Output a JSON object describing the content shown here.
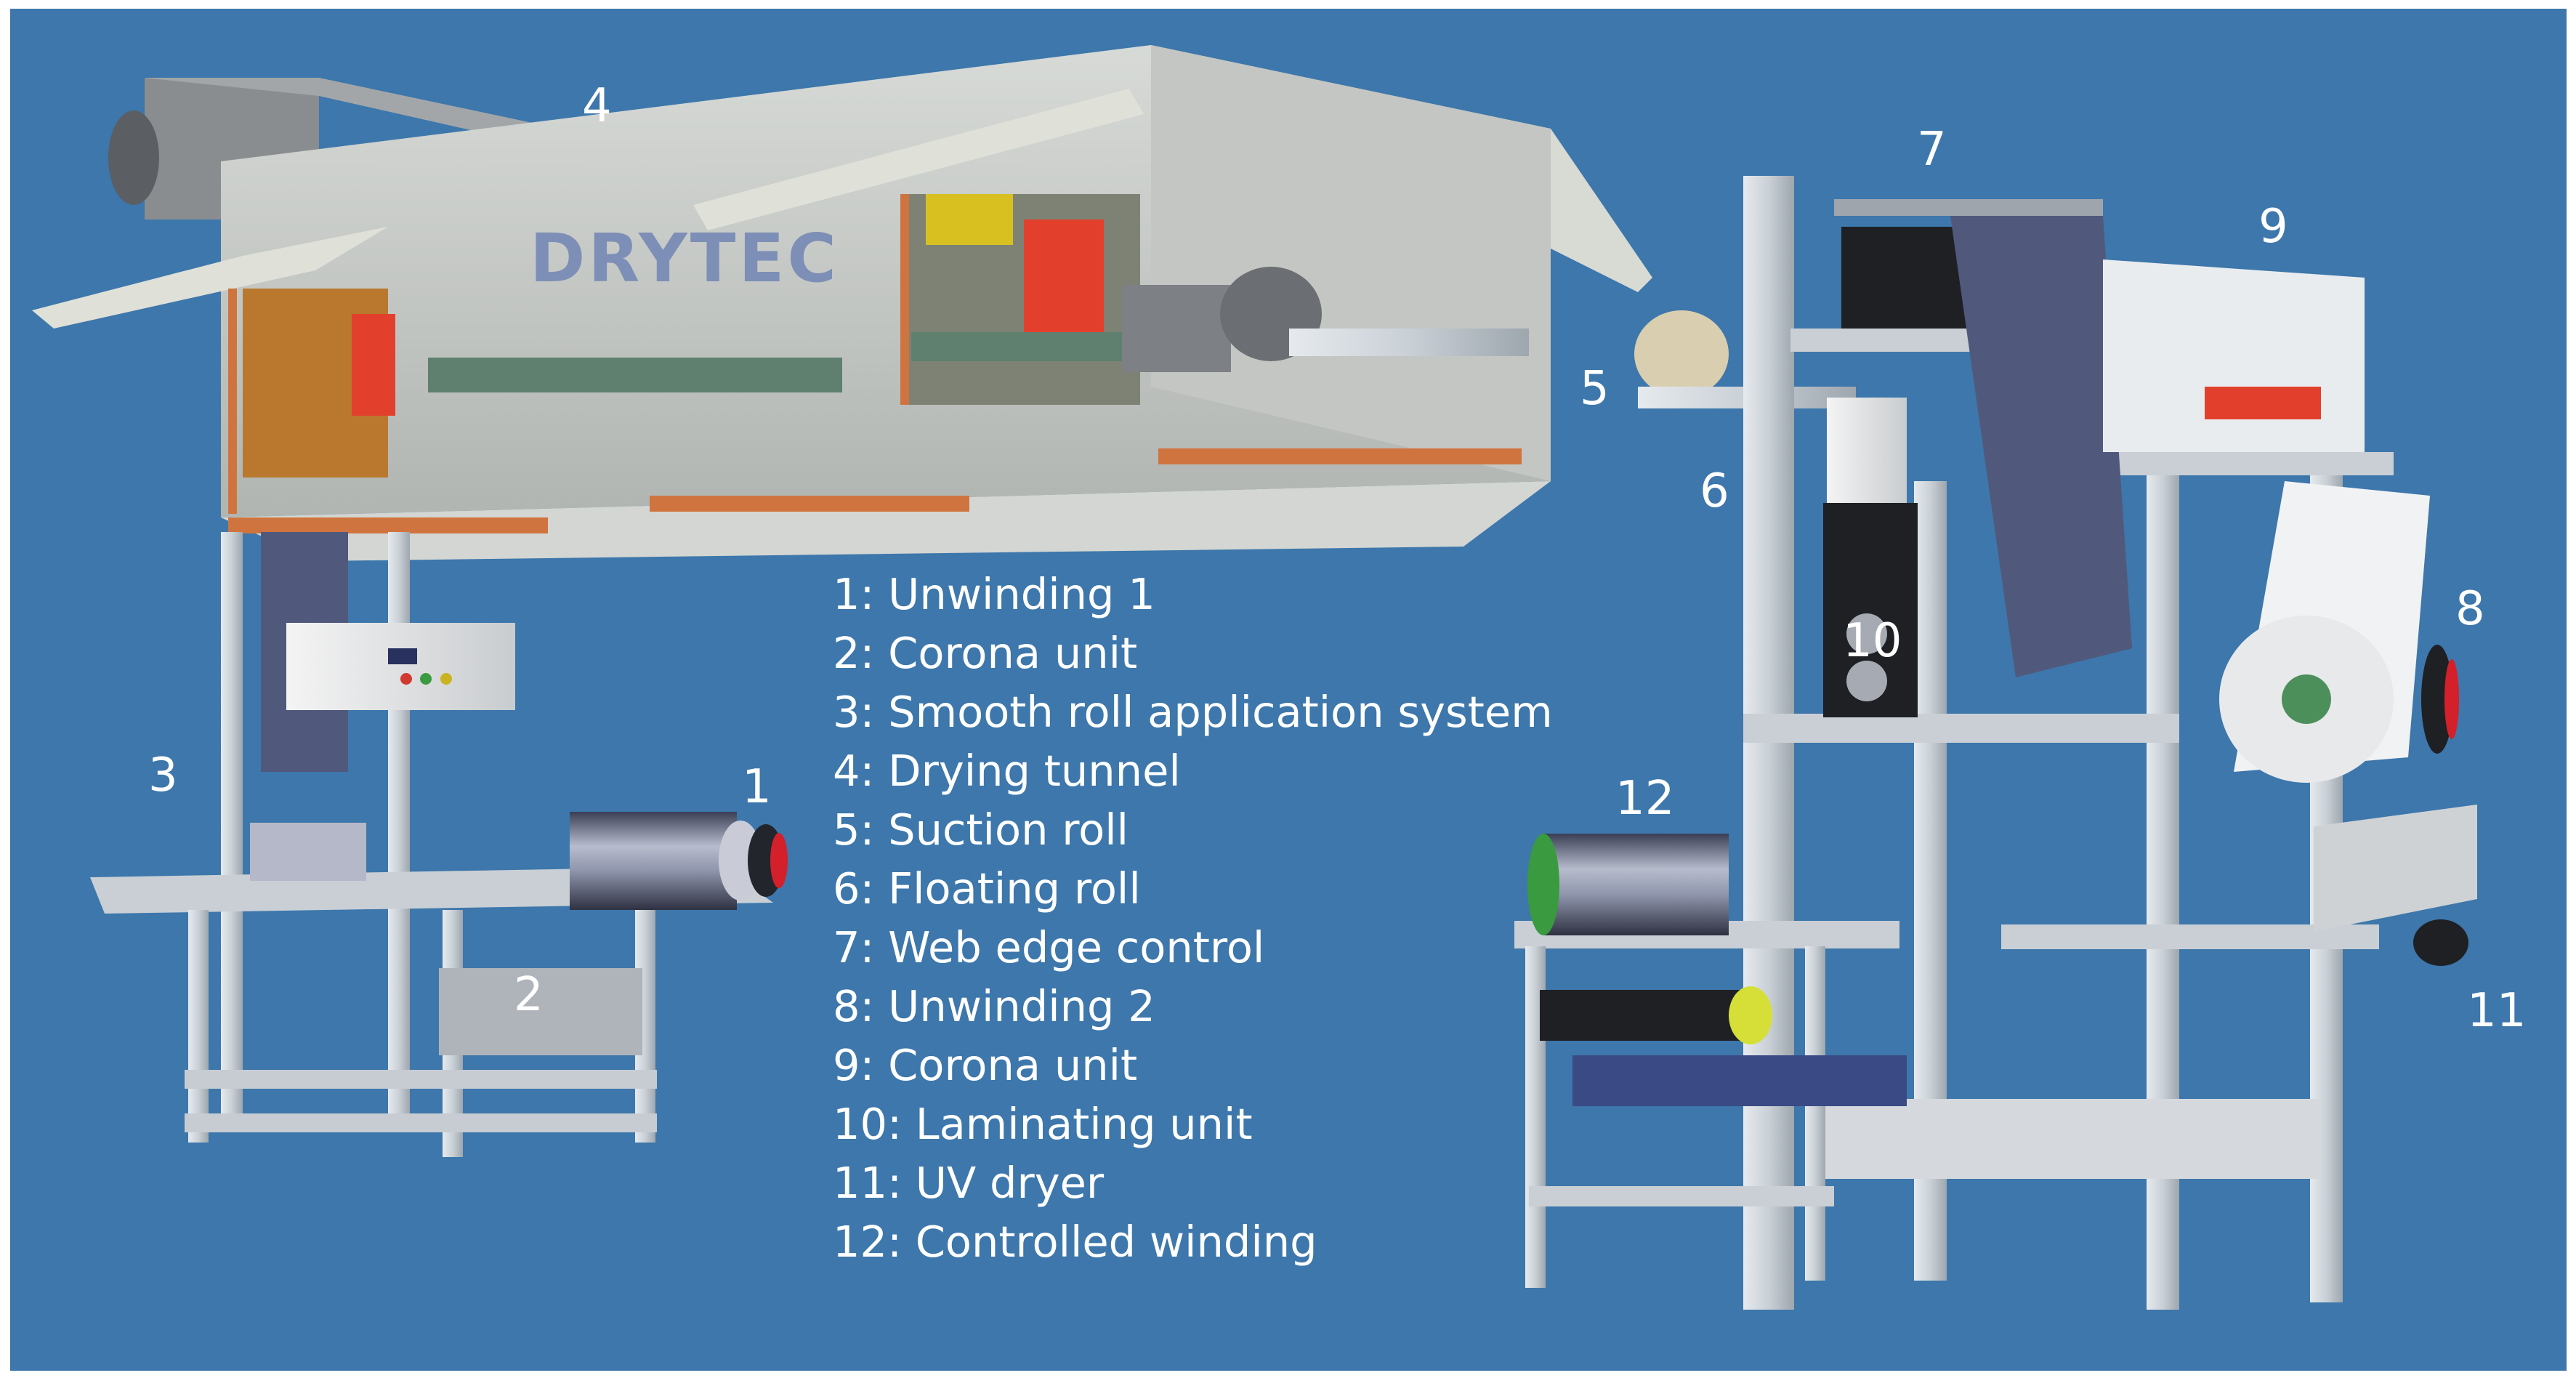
{
  "brand": {
    "text": "DRYTEC",
    "color": "#7d8fb6"
  },
  "colors": {
    "background": "#3d77ab",
    "frame": "#d4d9de",
    "housing": "#c9ccc8",
    "flange": "#d0743f",
    "heater": "#e2402c",
    "roll_dark": "#2a2d33"
  },
  "callouts": [
    {
      "label": "1"
    },
    {
      "label": "2"
    },
    {
      "label": "3"
    },
    {
      "label": "4"
    },
    {
      "label": "5"
    },
    {
      "label": "6"
    },
    {
      "label": "7"
    },
    {
      "label": "8"
    },
    {
      "label": "9"
    },
    {
      "label": "10"
    },
    {
      "label": "11"
    },
    {
      "label": "12"
    }
  ],
  "legend": [
    {
      "text": "1: Unwinding 1"
    },
    {
      "text": "2: Corona unit"
    },
    {
      "text": "3: Smooth roll application system"
    },
    {
      "text": "4: Drying tunnel"
    },
    {
      "text": "5: Suction roll"
    },
    {
      "text": "6: Floating roll"
    },
    {
      "text": "7: Web edge control"
    },
    {
      "text": "8: Unwinding 2"
    },
    {
      "text": "9: Corona unit"
    },
    {
      "text": "10: Laminating unit"
    },
    {
      "text": "11: UV dryer"
    },
    {
      "text": "12: Controlled winding"
    }
  ]
}
